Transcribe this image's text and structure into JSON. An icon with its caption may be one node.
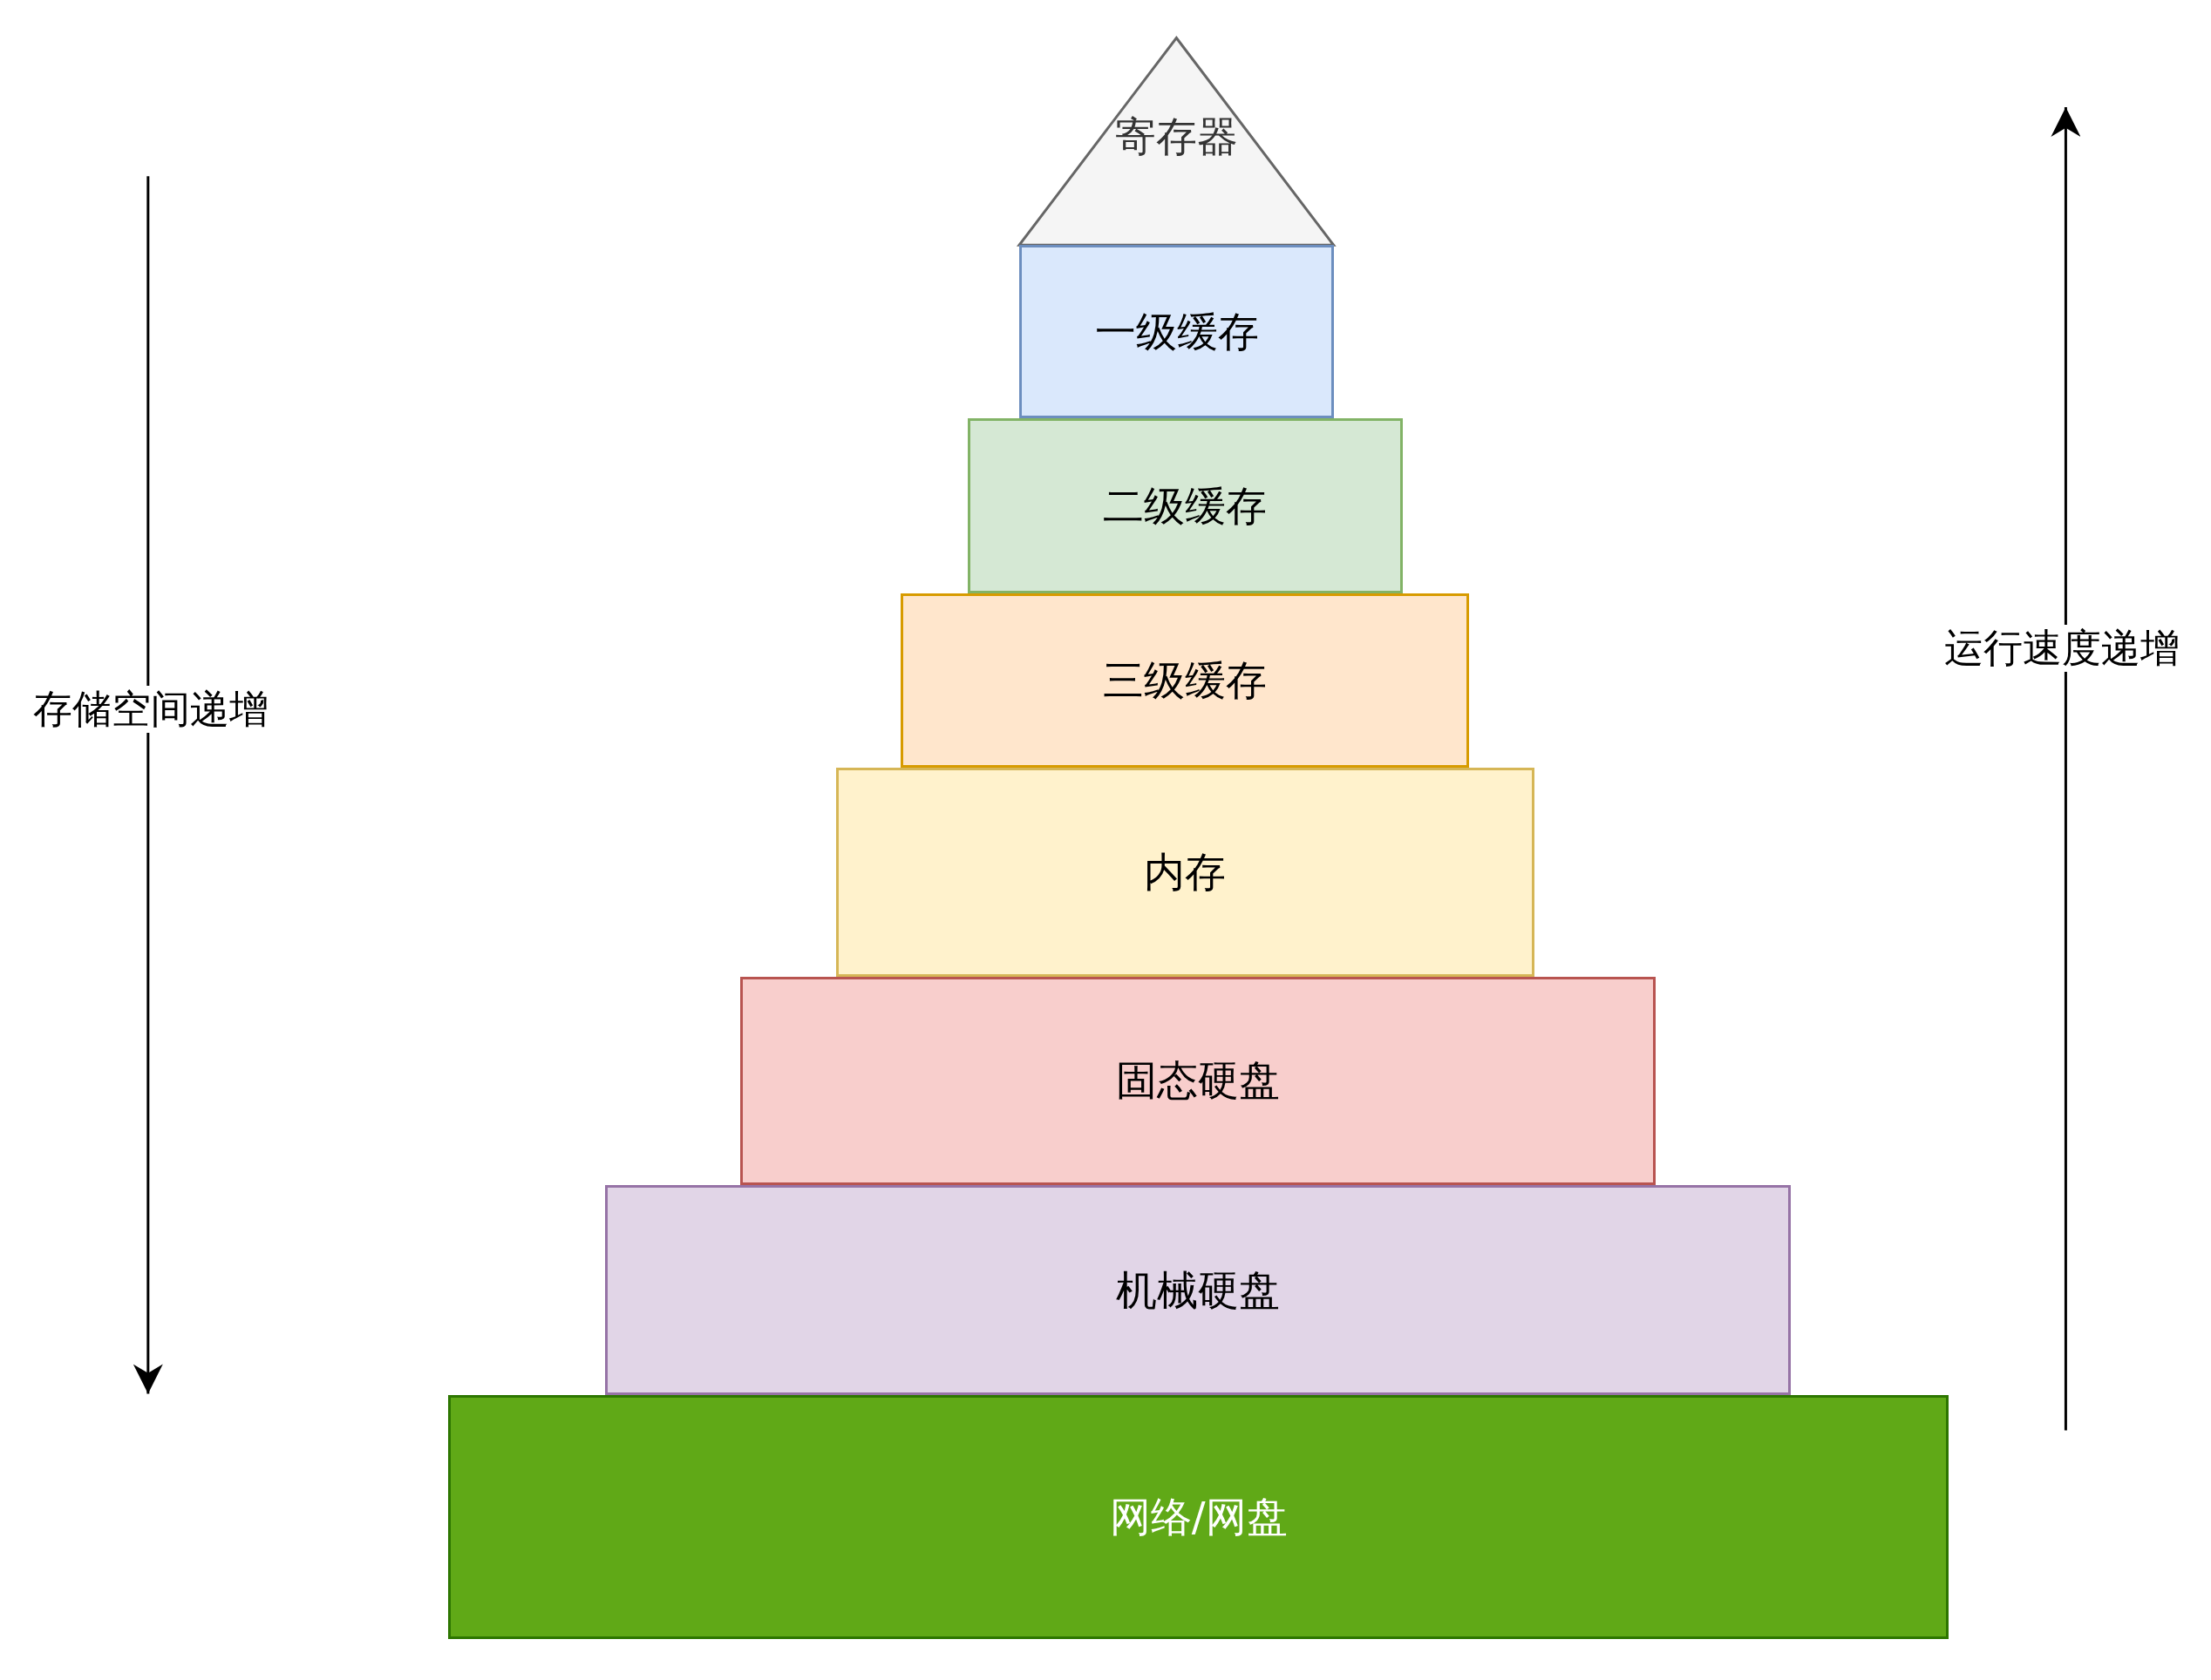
{
  "diagram": {
    "nodes": [
      {
        "text": [
          "寄存器"
        ]
      },
      {
        "text": [
          "一级缓存"
        ]
      },
      {
        "text": [
          "二级缓存"
        ]
      },
      {
        "text": [
          "三级缓存"
        ]
      },
      {
        "text": [
          "内存"
        ]
      },
      {
        "text": [
          "固态硬盘"
        ]
      },
      {
        "text": [
          "机械硬盘"
        ]
      },
      {
        "text": [
          "网络/网盘"
        ]
      }
    ],
    "labels": [
      "存储空间递增",
      "运行速度递增"
    ]
  }
}
